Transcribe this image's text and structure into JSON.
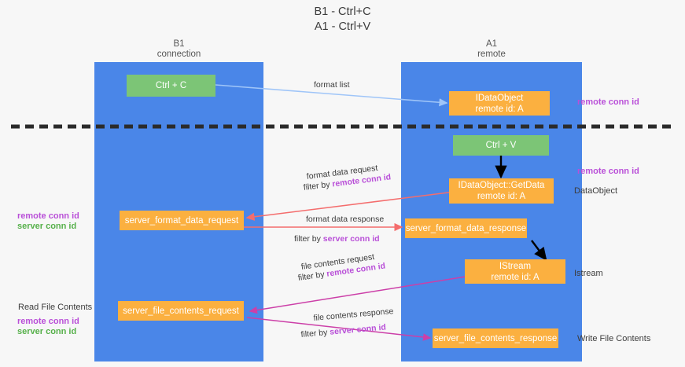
{
  "diagram": {
    "title_line1": "B1 - Ctrl+C",
    "title_line2": "A1 - Ctrl+V",
    "lanes": [
      {
        "name": "B1",
        "subtitle": "connection"
      },
      {
        "name": "A1",
        "subtitle": "remote"
      }
    ],
    "colors": {
      "lane": "#4a86e8",
      "green_box": "#7cc576",
      "orange_box": "#fbb040",
      "purple_text": "#b94fd8",
      "green_text": "#56b04a",
      "red_arrow": "#f46d6d",
      "magenta_arrow": "#cc3fa8",
      "blue_arrow": "#9fc5f8",
      "black_arrow": "#000000",
      "divider": "#2b2b2b"
    },
    "boxes": {
      "ctrl_c": {
        "line1": "Ctrl + C",
        "line2": ""
      },
      "idataobject_remote": {
        "line1": "IDataObject",
        "line2": "remote id: A"
      },
      "ctrl_v": {
        "line1": "Ctrl + V",
        "line2": ""
      },
      "getdata": {
        "line1": "IDataObject::GetData",
        "line2": "remote id: A"
      },
      "server_format_data_request": {
        "line1": "server_format_data_request",
        "line2": ""
      },
      "server_format_data_response": {
        "line1": "server_format_data_response",
        "line2": ""
      },
      "istream": {
        "line1": "IStream",
        "line2": "remote id: A"
      },
      "server_file_contents_request": {
        "line1": "server_file_contents_request",
        "line2": ""
      },
      "server_file_contents_response": {
        "line1": "server_file_contents_response",
        "line2": ""
      }
    },
    "edge_labels": {
      "format_list": "format list",
      "format_data_request": "format data request",
      "format_data_request_filter_prefix": "filter by ",
      "format_data_request_filter_key": "remote conn id",
      "format_data_response": "format data response",
      "format_data_response_filter_prefix": "filter by ",
      "format_data_response_filter_key": "server conn id",
      "file_contents_request": "file contents request",
      "file_contents_request_filter_prefix": "filter by ",
      "file_contents_request_filter_key": "remote conn id",
      "file_contents_response": "file contents response",
      "file_contents_response_filter_prefix": "filter by ",
      "file_contents_response_filter_key": "server conn id"
    },
    "side_labels": {
      "right_remote_conn_id_top": "remote conn id",
      "right_remote_conn_id_mid": "remote conn id",
      "right_dataobject": "DataObject",
      "right_istream": "Istream",
      "right_write_file_contents": "Write File Contents",
      "left_remote_conn_id_mid": "remote conn id",
      "left_server_conn_id_mid": "server conn id",
      "left_read_file_contents": "Read File Contents",
      "left_remote_conn_id_bottom": "remote conn id",
      "left_server_conn_id_bottom": "server conn id"
    }
  }
}
